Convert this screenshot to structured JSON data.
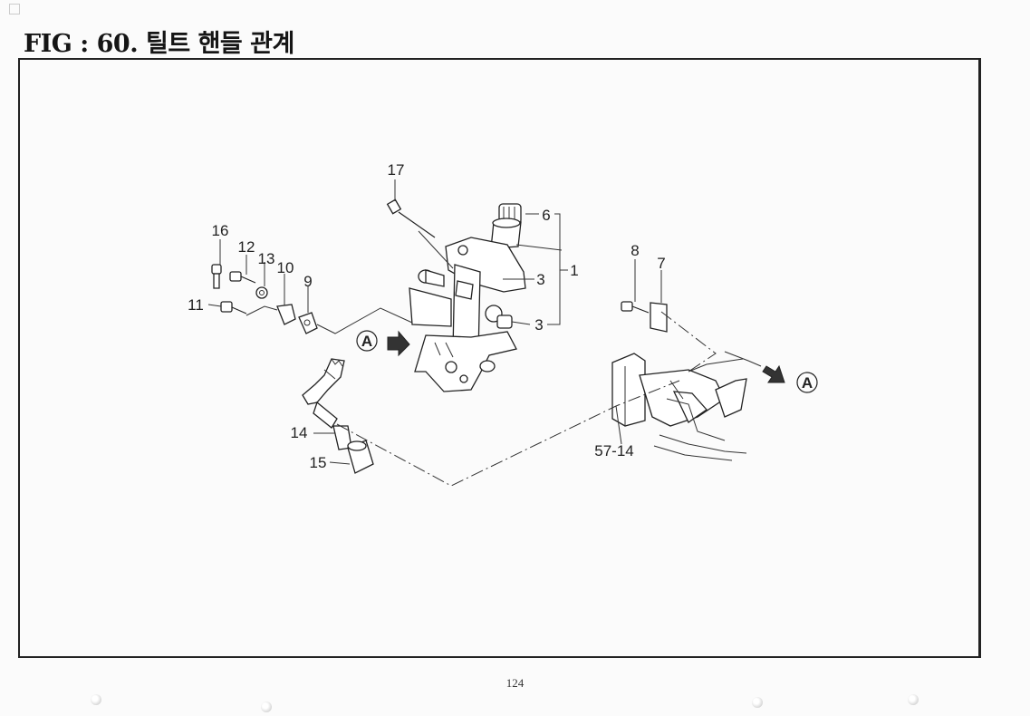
{
  "title": "FIG : 60.  틸트 핸들 관계",
  "page_number": "124",
  "view_marker": "A",
  "callouts": {
    "c1": "1",
    "c3a": "3",
    "c3b": "3",
    "c6": "6",
    "c7": "7",
    "c8": "8",
    "c9": "9",
    "c10": "10",
    "c11": "11",
    "c12": "12",
    "c13": "13",
    "c14": "14",
    "c15": "15",
    "c16": "16",
    "c17": "17",
    "c57": "57-14"
  }
}
